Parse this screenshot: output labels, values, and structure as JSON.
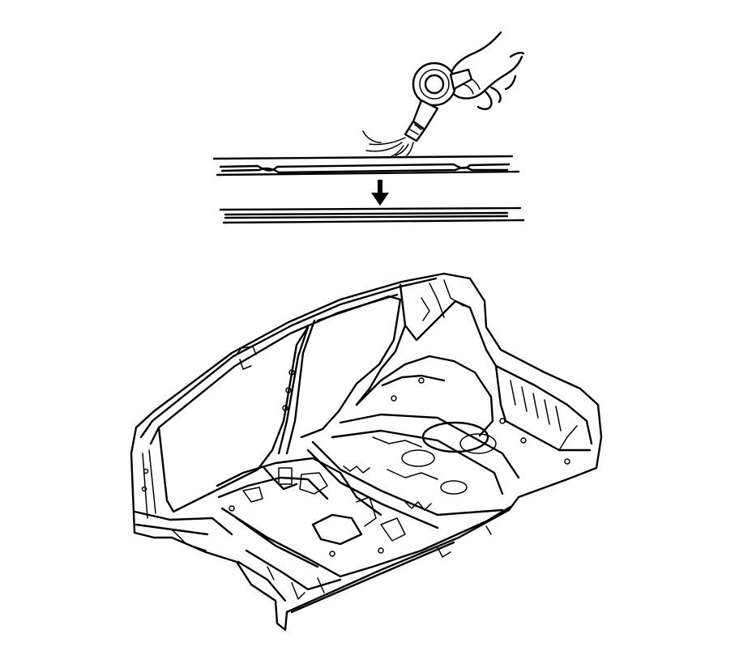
{
  "figure": {
    "kind": "line-drawing",
    "background": "#ffffff",
    "ink": "#000000",
    "parts": [
      "heat-gun-icon",
      "hand-icon",
      "panel-before-heat",
      "down-arrow-icon",
      "panel-after-heat",
      "vehicle-underbody-body-shell"
    ]
  }
}
